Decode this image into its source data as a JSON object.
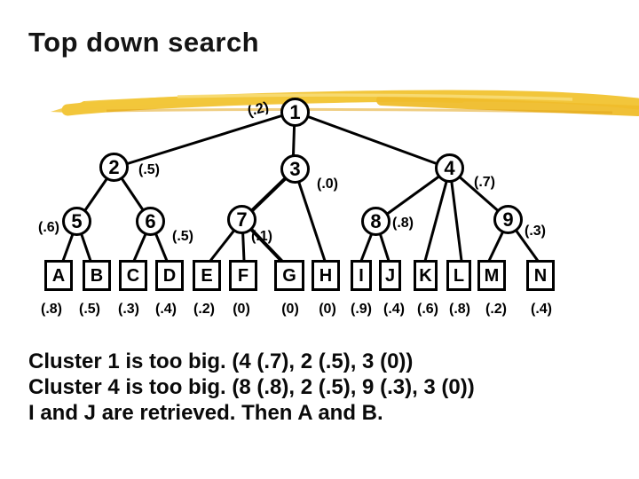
{
  "slide_title": "Top down search",
  "highlight_color": "#F2C63B",
  "tree": {
    "nodes": [
      {
        "id": "1",
        "weight": "(.2)"
      },
      {
        "id": "2",
        "weight": "(.5)"
      },
      {
        "id": "3",
        "weight": "(.0)"
      },
      {
        "id": "4",
        "weight": "(.7)"
      },
      {
        "id": "5",
        "weight": "(.6)"
      },
      {
        "id": "6",
        "weight": "(.5)"
      },
      {
        "id": "7",
        "weight": "(.1)"
      },
      {
        "id": "8",
        "weight": "(.8)"
      },
      {
        "id": "9",
        "weight": "(.3)"
      }
    ],
    "edges": [
      "1-2",
      "1-3",
      "1-4",
      "2-5",
      "2-6",
      "3-7",
      "3-H",
      "4-8",
      "4-K",
      "4-L",
      "4-9",
      "5-A",
      "5-B",
      "6-C",
      "6-D",
      "7-E",
      "7-F",
      "7-G",
      "8-I",
      "8-J",
      "9-M",
      "9-N"
    ],
    "leaves": [
      {
        "label": "A",
        "weight": "(.8)"
      },
      {
        "label": "B",
        "weight": "(.5)"
      },
      {
        "label": "C",
        "weight": "(.3)"
      },
      {
        "label": "D",
        "weight": "(.4)"
      },
      {
        "label": "E",
        "weight": "(.2)"
      },
      {
        "label": "F",
        "weight": "(0)"
      },
      {
        "label": "G",
        "weight": "(0)"
      },
      {
        "label": "H",
        "weight": "(0)"
      },
      {
        "label": "I",
        "weight": "(.9)"
      },
      {
        "label": "J",
        "weight": "(.4)"
      },
      {
        "label": "K",
        "weight": "(.6)"
      },
      {
        "label": "L",
        "weight": "(.8)"
      },
      {
        "label": "M",
        "weight": "(.2)"
      },
      {
        "label": "N",
        "weight": "(.4)"
      }
    ]
  },
  "notes": {
    "line1": "Cluster 1 is too big. (4 (.7), 2 (.5), 3 (0))",
    "line2": "Cluster 4 is too big. (8 (.8), 2 (.5), 9 (.3), 3 (0))",
    "line3": "I and J are retrieved. Then A and B."
  }
}
